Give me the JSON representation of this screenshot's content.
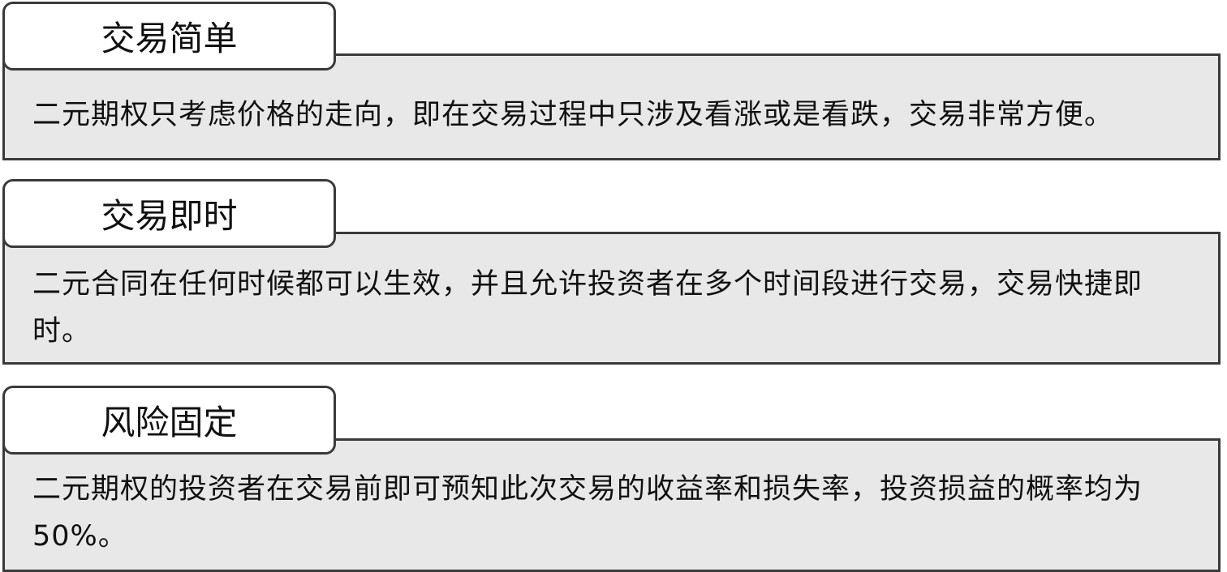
{
  "sections": [
    {
      "title": "交易简单",
      "body": "二元期权只考虑价格的走向，即在交易过程中只涉及看涨或是看跌，交易非常方便。"
    },
    {
      "title": "交易即时",
      "body": "二元合同在任何时候都可以生效，并且允许投资者在多个时间段进行交易，交易快捷即时。"
    },
    {
      "title": "风险固定",
      "body": "二元期权的投资者在交易前即可预知此次交易的收益率和损失率，投资损益的概率均为 50%。"
    }
  ]
}
